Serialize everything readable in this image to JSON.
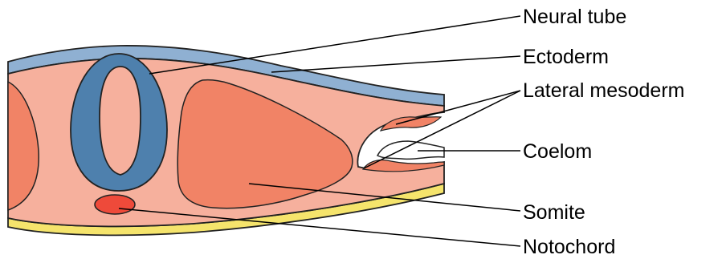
{
  "labels": {
    "neural_tube": "Neural tube",
    "ectoderm": "Ectoderm",
    "lateral_mesoderm": "Lateral mesoderm",
    "coelom": "Coelom",
    "somite": "Somite",
    "notochord": "Notochord"
  },
  "colors": {
    "ectoderm": "#8fb0d2",
    "neural_tube": "#4e80ad",
    "tissue": "#f6b09d",
    "somite": "#f18366",
    "notochord": "#ee4a3a",
    "endoderm": "#f5e46c",
    "outline": "#222222",
    "background": "#ffffff"
  }
}
